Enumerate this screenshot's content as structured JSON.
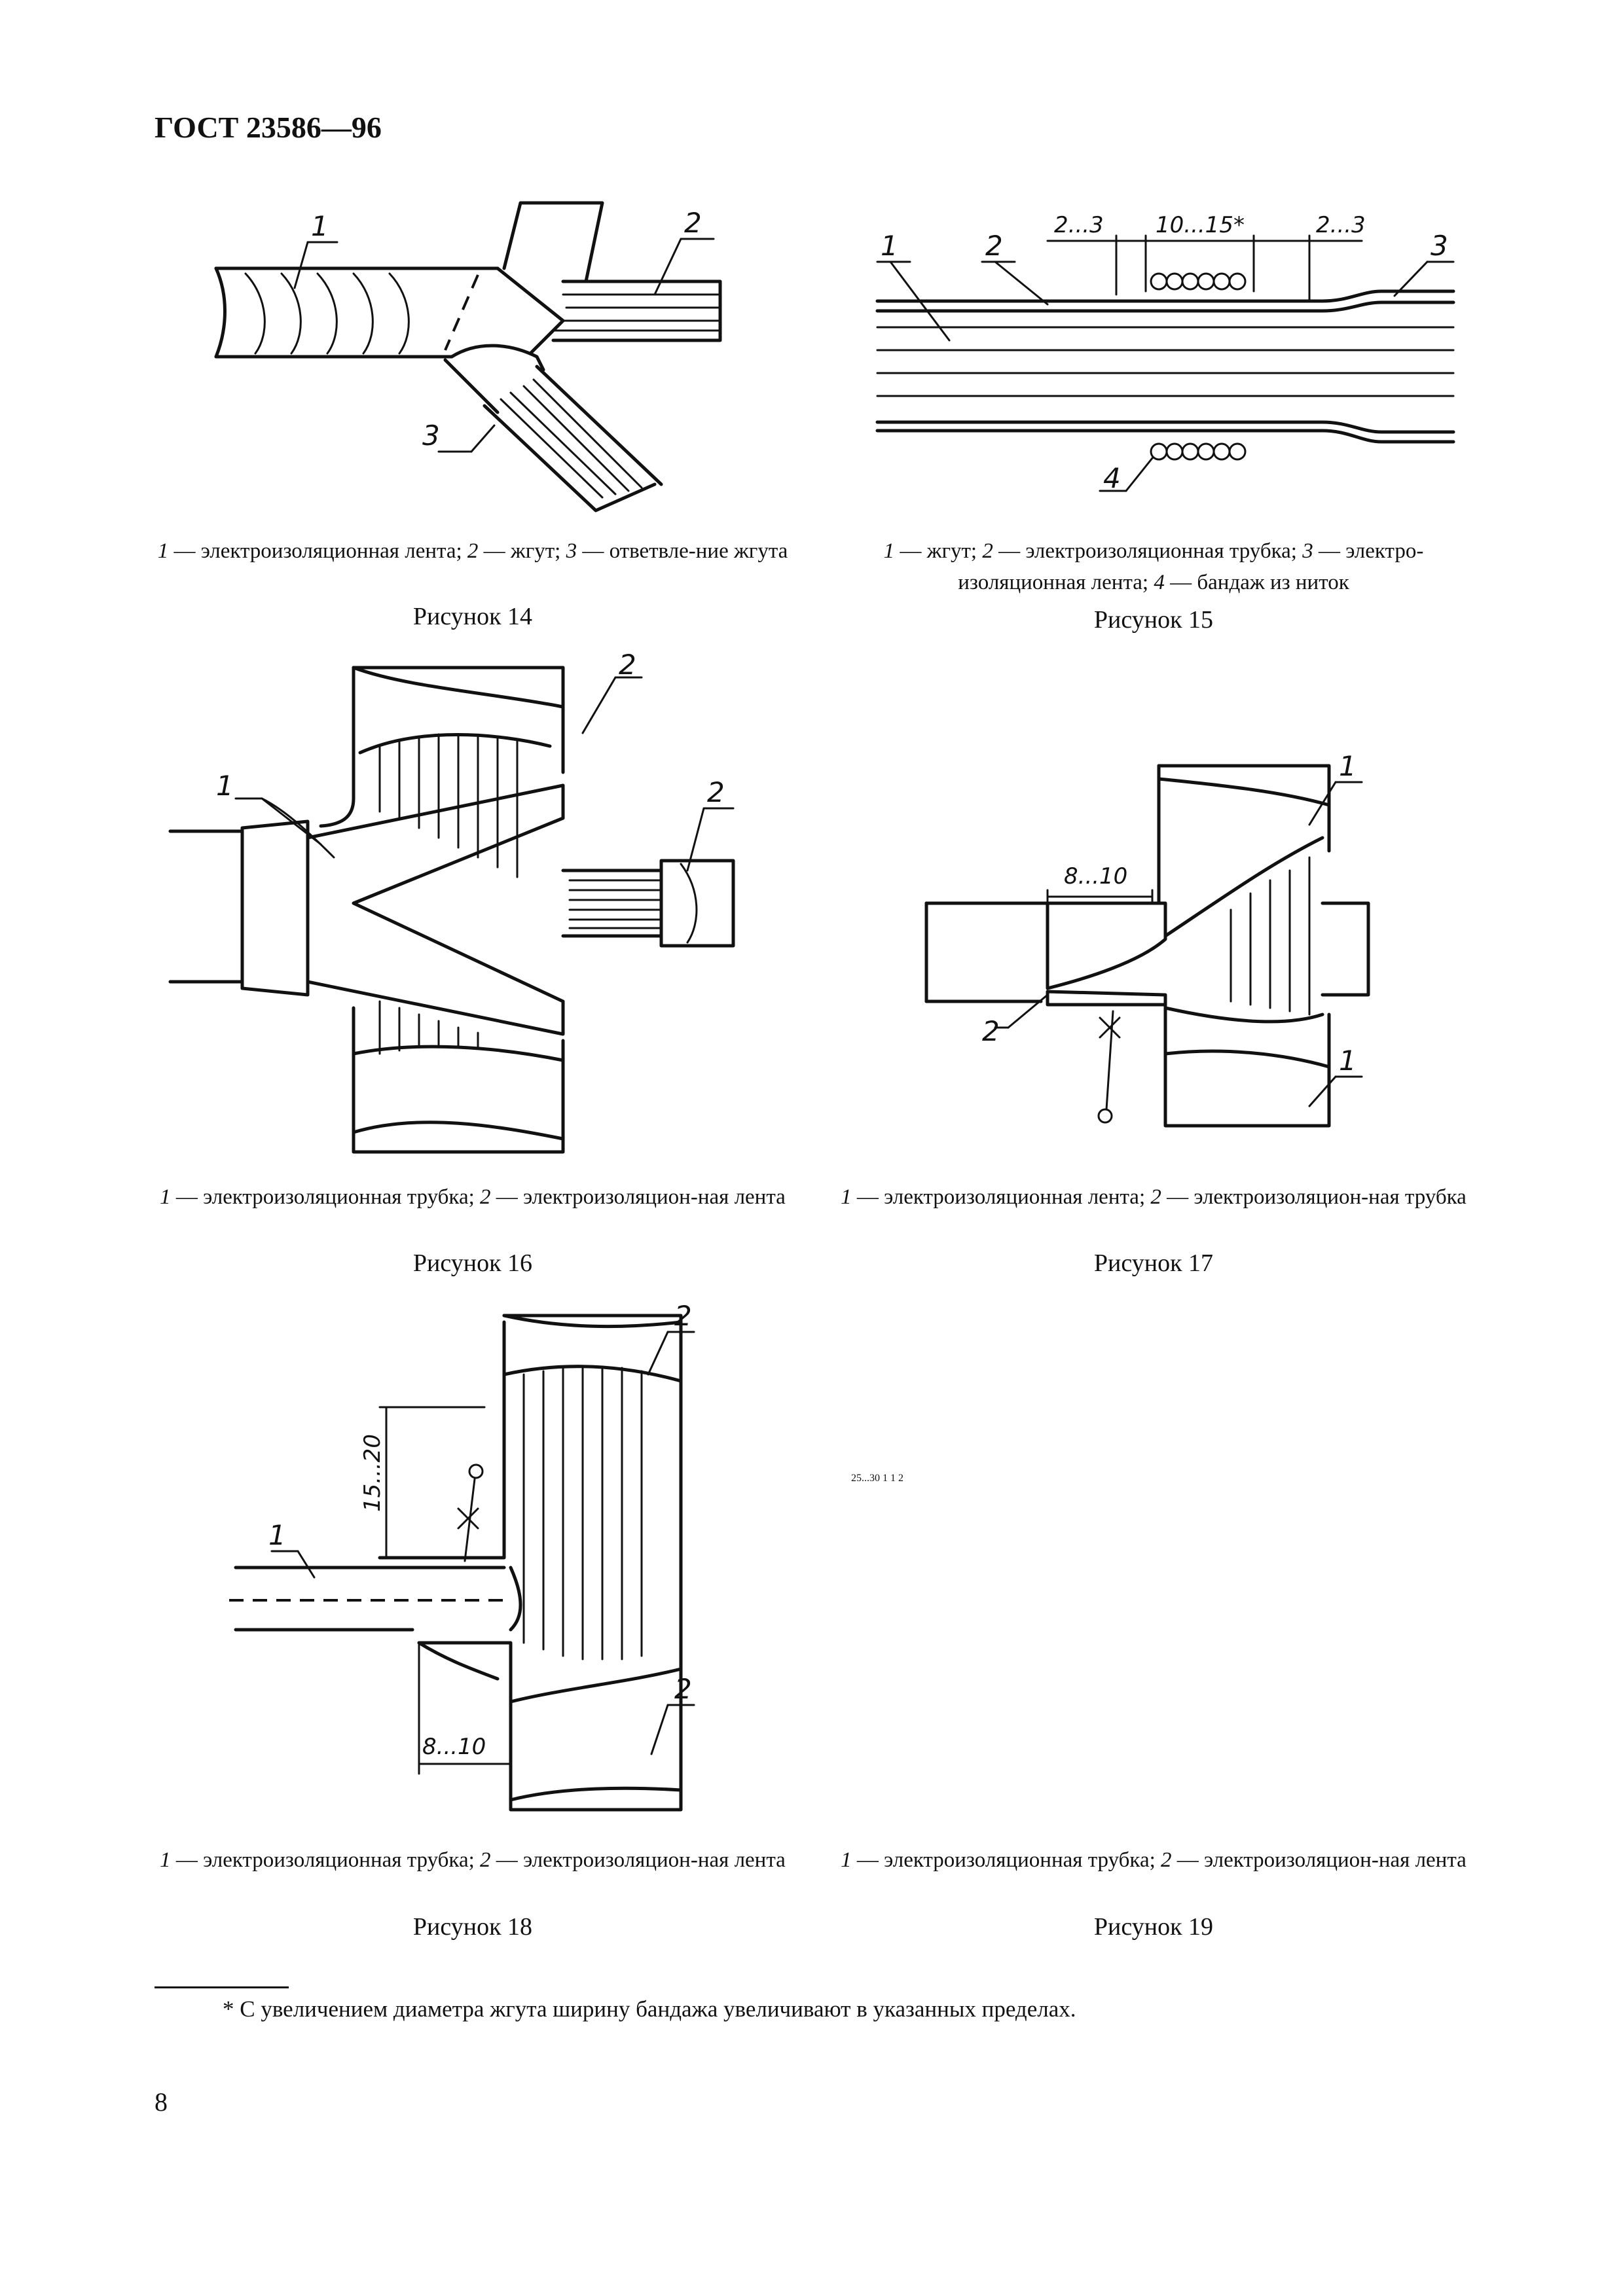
{
  "header": "ГОСТ 23586—96",
  "figures": [
    {
      "title": "Рисунок 14",
      "caption": [
        {
          "n": "1",
          "t": " — электроизоляционная лента; "
        },
        {
          "n": "2",
          "t": " — жгут; "
        },
        {
          "n": "3",
          "t": " — ответвле-ние жгута"
        }
      ],
      "labels": [
        "1",
        "2",
        "3"
      ]
    },
    {
      "title": "Рисунок 15",
      "caption": [
        {
          "n": "1",
          "t": " — жгут; "
        },
        {
          "n": "2",
          "t": " — электроизоляционная трубка; "
        },
        {
          "n": "3",
          "t": " — электро-изоляционная лента; "
        },
        {
          "n": "4",
          "t": " — бандаж из ниток"
        }
      ],
      "labels": [
        "1",
        "2",
        "3",
        "4"
      ],
      "dims": [
        "2...3",
        "10...15*",
        "2...3"
      ]
    },
    {
      "title": "Рисунок 16",
      "caption": [
        {
          "n": "1",
          "t": " — электроизоляционная трубка; "
        },
        {
          "n": "2",
          "t": " — электроизоляцион-ная лента"
        }
      ],
      "labels": [
        "1",
        "2",
        "2"
      ]
    },
    {
      "title": "Рисунок 17",
      "caption": [
        {
          "n": "1",
          "t": " — электроизоляционная лента; "
        },
        {
          "n": "2",
          "t": " — электроизоляцион-ная трубка"
        }
      ],
      "labels": [
        "1",
        "1",
        "2"
      ],
      "dims": [
        "8...10"
      ]
    },
    {
      "title": "Рисунок 18",
      "caption": [
        {
          "n": "1",
          "t": " — электроизоляционная трубка; "
        },
        {
          "n": "2",
          "t": " — электроизоляцион-ная лента"
        }
      ],
      "labels": [
        "1",
        "2",
        "2"
      ],
      "dims": [
        "15...20",
        "8...10"
      ]
    },
    {
      "title": "Рисунок 19",
      "caption": [
        {
          "n": "1",
          "t": " — электроизоляционная трубка; "
        },
        {
          "n": "2",
          "t": " — электроизоляцион-ная лента"
        }
      ],
      "labels": [
        "1",
        "1",
        "2"
      ],
      "dims": [
        "25...30"
      ]
    }
  ],
  "footnote": "* С увеличением диаметра жгута ширину бандажа увеличивают в указанных пределах.",
  "page_number": "8"
}
